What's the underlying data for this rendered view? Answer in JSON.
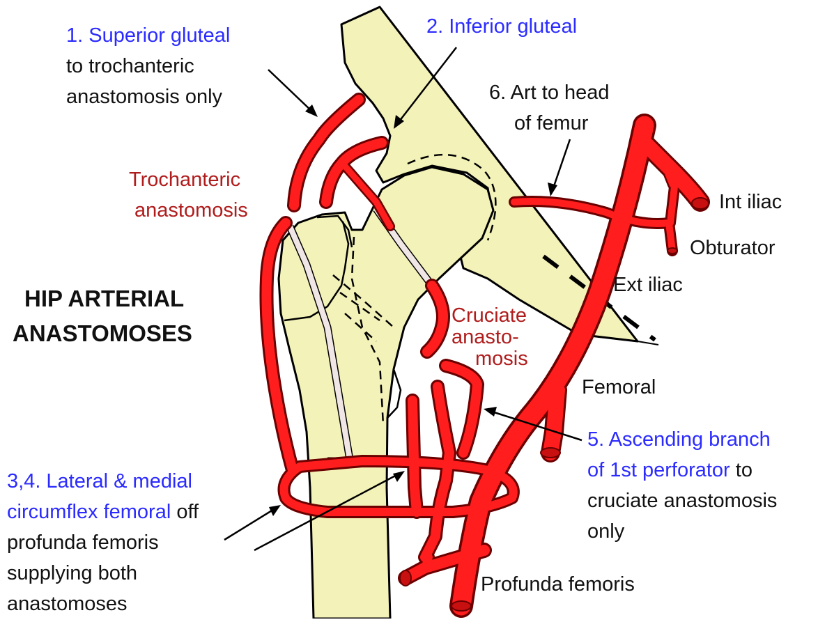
{
  "title": {
    "line1": "HIP ARTERIAL",
    "line2": "ANASTOMOSES"
  },
  "labels": {
    "superior_gluteal": {
      "line1": "1. Superior gluteal",
      "line2": "to trochanteric",
      "line3": "anastomosis only"
    },
    "inferior_gluteal": "2. Inferior gluteal",
    "art_head_femur": {
      "line1": "6. Art to head",
      "line2": "of femur"
    },
    "trochanteric": {
      "line1": "Trochanteric",
      "line2": "anastomosis"
    },
    "int_iliac": "Int iliac",
    "obturator": "Obturator",
    "ext_iliac": "Ext iliac",
    "cruciate": {
      "line1": "Cruciate",
      "line2": "anastо-",
      "line3": "mosis"
    },
    "femoral": "Femoral",
    "ascending_branch": {
      "line1": "5. Ascending branch",
      "line2a": "of 1st perforator",
      "line2b": " to",
      "line3": "cruciate anastomosis",
      "line4": "only"
    },
    "circumflex": {
      "line1": "3,4. Lateral & medial",
      "line2a": "circumflex femoral",
      "line2b": " off",
      "line3": "profunda femoris",
      "line4": "supplying both",
      "line5": "anastomoses"
    },
    "profunda": "Profunda femoris"
  },
  "colors": {
    "bone_fill": "#f3f2b9",
    "artery_red": "#ff1d1d",
    "artery_outline": "#6b0000",
    "label_blue": "#2b2bff",
    "label_darkred": "#b01c1c",
    "label_black": "#111111"
  }
}
